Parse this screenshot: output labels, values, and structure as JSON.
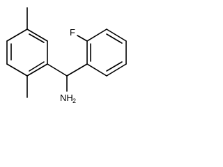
{
  "structure": {
    "atoms": [
      {
        "id": "fluorine",
        "symbol": "F",
        "sub": ""
      },
      {
        "id": "amine",
        "symbol": "NH",
        "sub": "2"
      }
    ]
  }
}
